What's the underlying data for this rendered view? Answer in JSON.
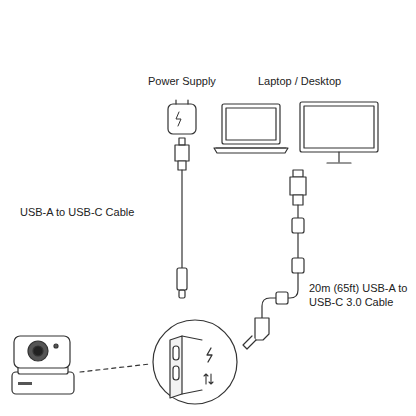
{
  "diagram": {
    "labels": [
      "Power Supply",
      "Laptop / Desktop",
      "USB-A to USB-C Cable",
      "20m (65ft) USB-A to USB-C 3.0 Cable"
    ]
  }
}
